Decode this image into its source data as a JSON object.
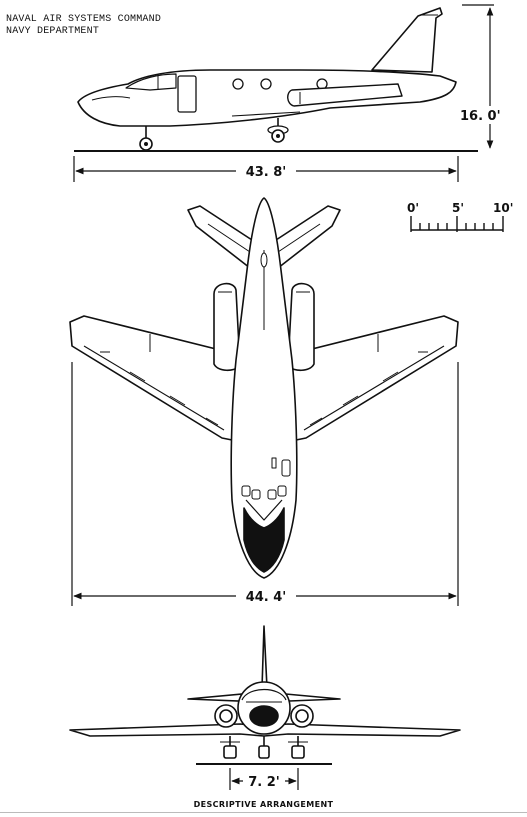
{
  "header": {
    "line1": "NAVAL AIR SYSTEMS COMMAND",
    "line2": "NAVY DEPARTMENT"
  },
  "dimensions": {
    "height": "16. 0'",
    "length": "43. 8'",
    "span": "44. 4'",
    "track": "7. 2'"
  },
  "scale": {
    "labels": [
      "0'",
      "5'",
      "10'"
    ]
  },
  "caption": "DESCRIPTIVE ARRANGEMENT",
  "colors": {
    "ink": "#111111",
    "paper": "#ffffff"
  }
}
